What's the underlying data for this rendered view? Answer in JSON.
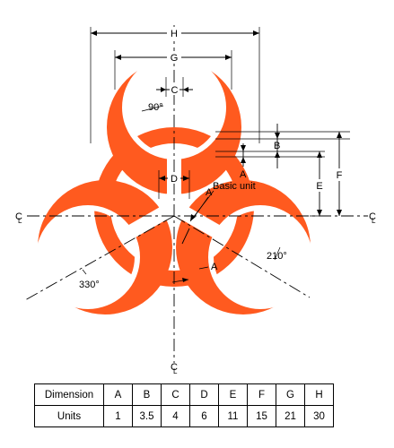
{
  "colors": {
    "symbol": "#ff5a1f",
    "line": "#000000",
    "background": "#ffffff"
  },
  "labels": {
    "H": "H",
    "G": "G",
    "C": "C",
    "B": "B",
    "A": "A",
    "D": "D",
    "E": "E",
    "F": "F",
    "angle_90": "90°",
    "angle_210": "210°",
    "angle_330": "330°",
    "basic_unit": "Basic unit",
    "centerline": "C",
    "centerline_sub": "L"
  },
  "table": {
    "row_header_1": "Dimension",
    "row_header_2": "Units",
    "columns": [
      {
        "dimension": "A",
        "units": "1"
      },
      {
        "dimension": "B",
        "units": "3.5"
      },
      {
        "dimension": "C",
        "units": "4"
      },
      {
        "dimension": "D",
        "units": "6"
      },
      {
        "dimension": "E",
        "units": "11"
      },
      {
        "dimension": "F",
        "units": "15"
      },
      {
        "dimension": "G",
        "units": "21"
      },
      {
        "dimension": "H",
        "units": "30"
      }
    ]
  }
}
